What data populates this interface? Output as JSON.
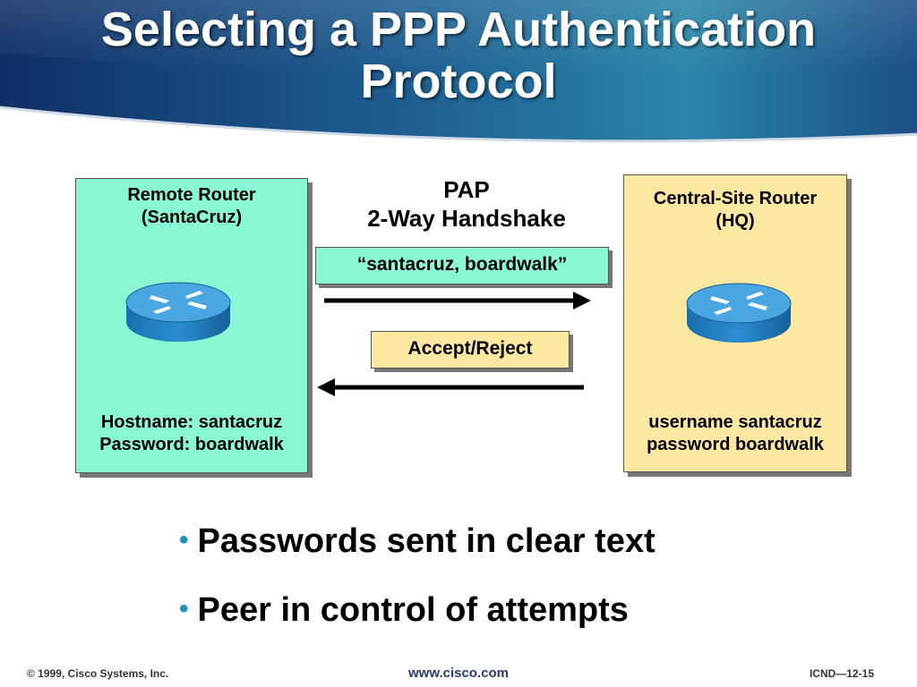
{
  "header": {
    "title_line1": "Selecting a PPP Authentication",
    "title_line2": "Protocol"
  },
  "diagram": {
    "remote": {
      "heading_line1": "Remote Router",
      "heading_line2": "(SantaCruz)",
      "cred_line1": "Hostname: santacruz",
      "cred_line2": "Password: boardwalk",
      "icon": "router-icon"
    },
    "central": {
      "heading_line1": "Central-Site Router",
      "heading_line2": "(HQ)",
      "cred_line1": "username santacruz",
      "cred_line2": "password boardwalk",
      "icon": "router-icon"
    },
    "protocol_line1": "PAP",
    "protocol_line2": "2-Way Handshake",
    "message_request": "“santacruz, boardwalk”",
    "message_response": "Accept/Reject"
  },
  "bullets": [
    "Passwords sent in clear text",
    "Peer in control of attempts"
  ],
  "footer": {
    "copyright": "© 1999, Cisco Systems, Inc.",
    "url": "www.cisco.com",
    "slide_id": "ICND—12-15"
  },
  "colors": {
    "remote_box": "#8af7d4",
    "central_box": "#fde8a2",
    "banner": "#1d4f8a",
    "bullet": "#1a8fb8"
  }
}
